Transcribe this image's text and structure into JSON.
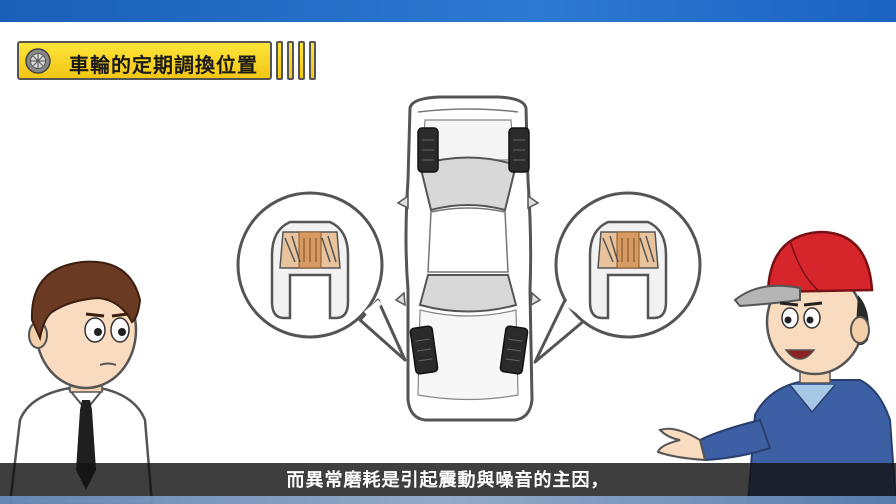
{
  "header": {
    "title": "車輪的定期調換位置",
    "icon": "wheel-icon",
    "accent_color": "#f7d327",
    "topbar_color": "#2a6fc9"
  },
  "subtitle": {
    "text": "而異常磨耗是引起震動與噪音的主因，"
  },
  "illustration": {
    "items": [
      "car-top-view",
      "tire-wear-callout-left",
      "tire-wear-callout-right",
      "customer-character",
      "mechanic-character"
    ]
  }
}
